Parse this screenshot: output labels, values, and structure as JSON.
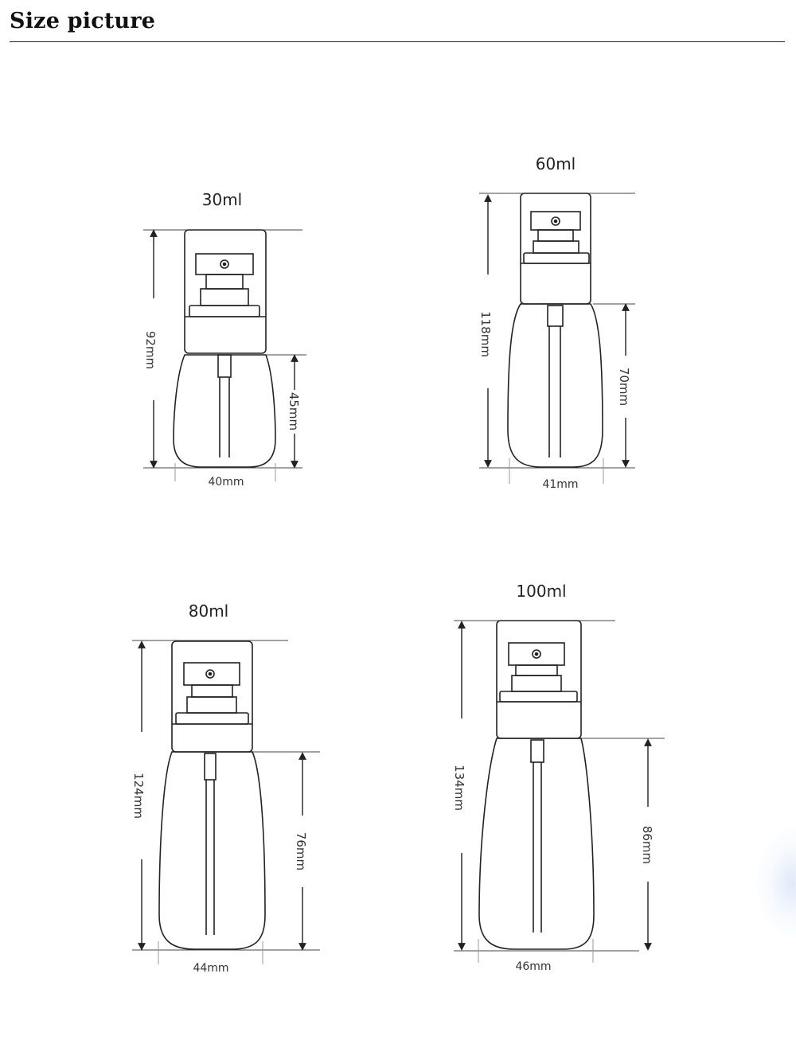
{
  "header": {
    "title": "Size picture"
  },
  "diagrams": [
    {
      "id": "30ml",
      "capacity": "30ml",
      "total_height": "92mm",
      "body_height": "45mm",
      "width": "40mm"
    },
    {
      "id": "60ml",
      "capacity": "60ml",
      "total_height": "118mm",
      "body_height": "70mm",
      "width": "41mm"
    },
    {
      "id": "80ml",
      "capacity": "80ml",
      "total_height": "124mm",
      "body_height": "76mm",
      "width": "44mm"
    },
    {
      "id": "100ml",
      "capacity": "100ml",
      "total_height": "134mm",
      "body_height": "86mm",
      "width": "46mm"
    }
  ],
  "colors": {
    "line": "#222222",
    "guide": "#555555",
    "text": "#333333"
  }
}
